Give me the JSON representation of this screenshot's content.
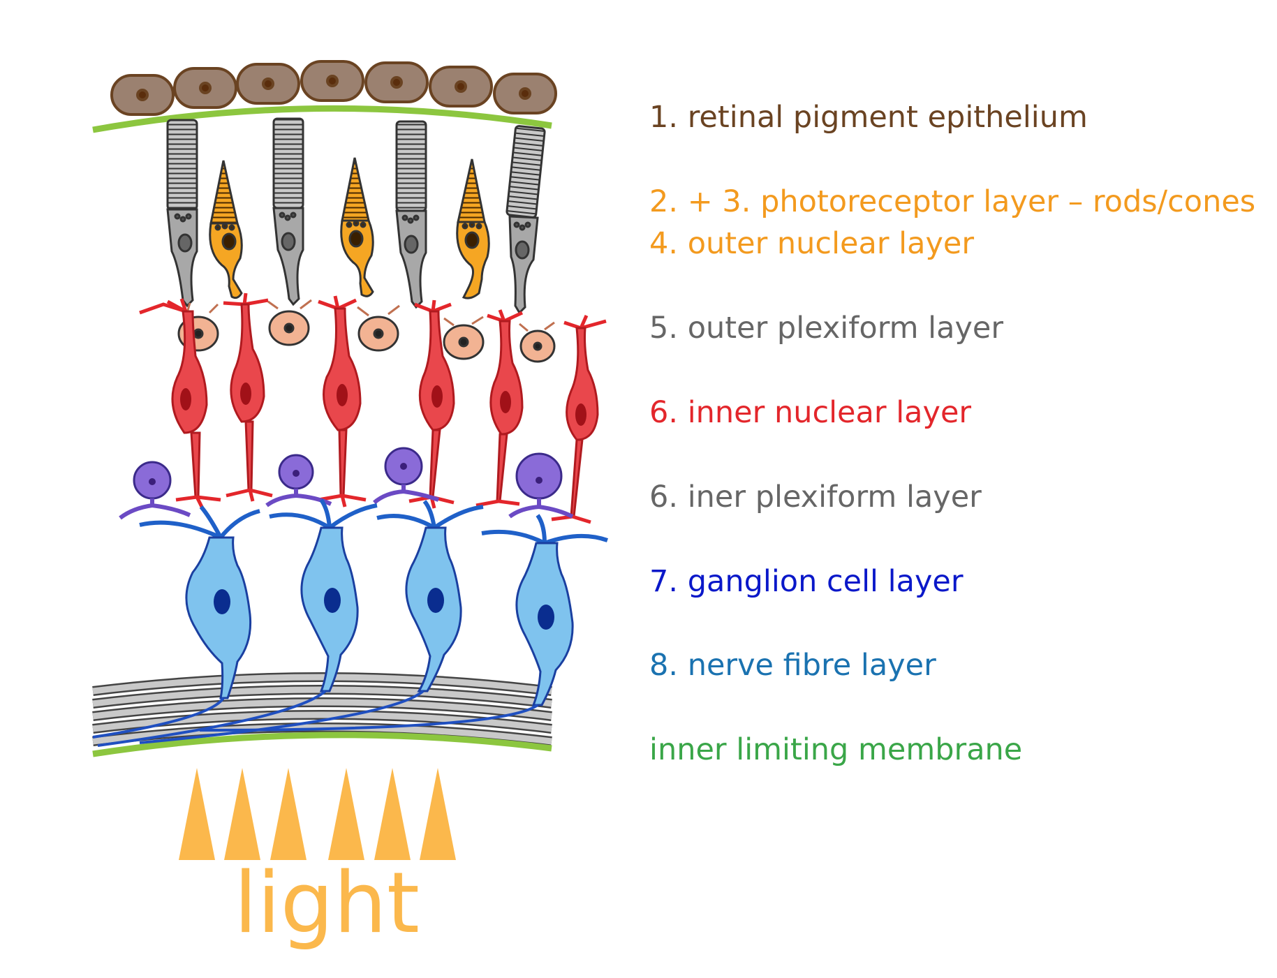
{
  "labels": {
    "rpe": "1. retinal pigment epithelium",
    "photoreceptor": "2. + 3. photoreceptor layer – rods/cones",
    "outer_nuclear": "4. outer nuclear layer",
    "outer_plexiform": "5. outer plexiform layer",
    "inner_nuclear": "6. inner nuclear layer",
    "inner_plexiform": "6. iner plexiform layer",
    "ganglion": "7. ganglion cell layer",
    "nerve_fibre": "8. nerve fibre layer",
    "inner_limiting": "inner limiting membrane"
  },
  "light_label": "light",
  "colors": {
    "rpe": "#6a4322",
    "rpe_fill": "#9b8170",
    "orange": "#f39a1e",
    "cone_fill": "#f5a623",
    "rod_fill": "#a8a8a8",
    "gray_text": "#666666",
    "red": "#e3262b",
    "bipolar_fill": "#e9474c",
    "horizontal_fill": "#f2b393",
    "amacrine_fill": "#8a6bd8",
    "dark_blue": "#0a18c9",
    "ganglion_fill": "#7fc3ee",
    "nerve_blue": "#1a72b0",
    "green": "#3aa648",
    "membrane": "#8cc63f",
    "light": "#fbb84c"
  }
}
